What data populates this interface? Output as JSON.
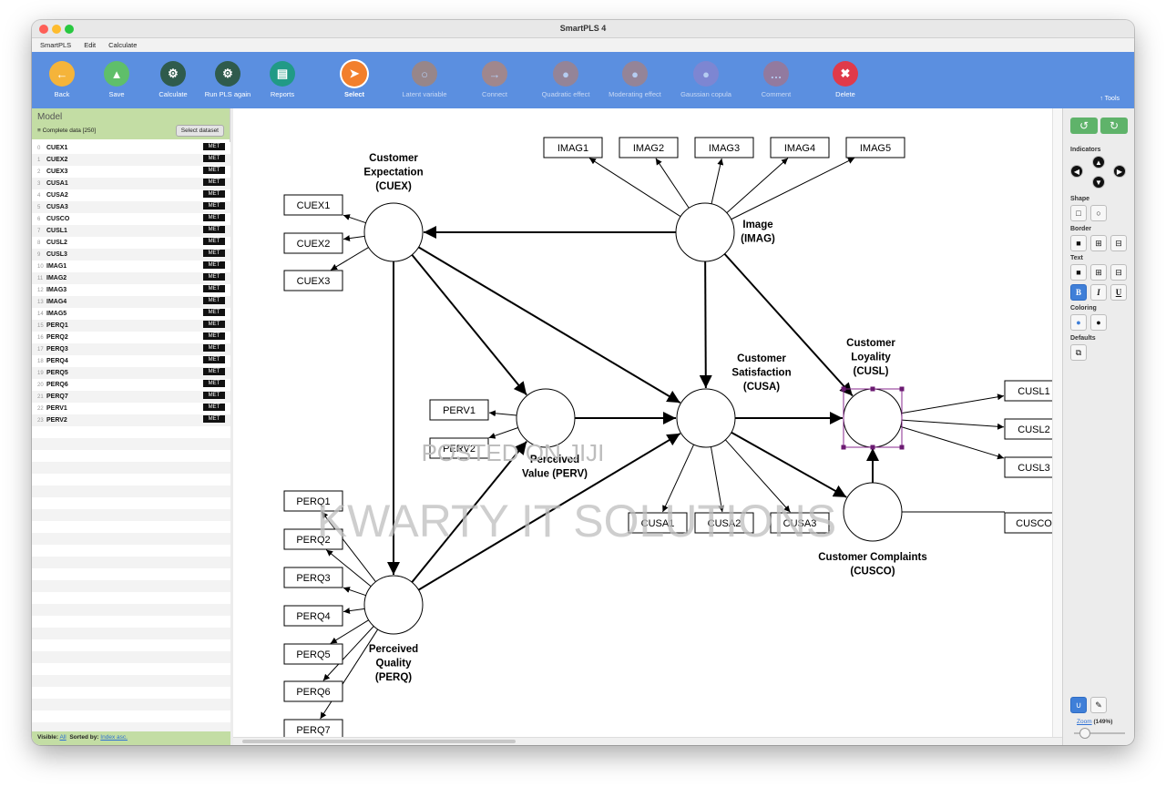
{
  "app": {
    "title": "SmartPLS 4"
  },
  "menu": [
    "SmartPLS",
    "Edit",
    "Calculate"
  ],
  "toolbar": {
    "buttons": [
      {
        "label": "Back",
        "icon": "back-arrow-icon",
        "color": "#f5b43a",
        "glyph": "←"
      },
      {
        "label": "Save",
        "icon": "cloud-upload-icon",
        "color": "#5fbf6a",
        "glyph": "▲"
      },
      {
        "label": "Calculate",
        "icon": "gear-icon",
        "color": "#2f5b4c",
        "glyph": "⚙"
      },
      {
        "label": "Run PLS again",
        "icon": "gears-icon",
        "color": "#2f5b4c",
        "glyph": "⚙"
      },
      {
        "label": "Reports",
        "icon": "report-icon",
        "color": "#219a86",
        "glyph": "▤"
      },
      {
        "label": "Select",
        "icon": "cursor-icon",
        "color": "#f27f2c",
        "glyph": "➤"
      },
      {
        "label": "Latent variable",
        "icon": "circle-icon",
        "color": "#c97f45",
        "glyph": "○"
      },
      {
        "label": "Connect",
        "icon": "arrow-right-icon",
        "color": "#d9814a",
        "glyph": "→"
      },
      {
        "label": "Quadratic effect",
        "icon": "person-icon",
        "color": "#c47c5e",
        "glyph": "●"
      },
      {
        "label": "Moderating effect",
        "icon": "person-icon",
        "color": "#c47c5e",
        "glyph": "●"
      },
      {
        "label": "Gaussian copula",
        "icon": "people-icon",
        "color": "#9a7fc7",
        "glyph": "●"
      },
      {
        "label": "Comment",
        "icon": "comment-icon",
        "color": "#c06a6a",
        "glyph": "…"
      },
      {
        "label": "Delete",
        "icon": "trash-icon",
        "color": "#e03a4a",
        "glyph": "✖"
      }
    ],
    "tools_label": "Tools"
  },
  "model_panel": {
    "title": "Model",
    "dataset": "Complete data [250]",
    "select_dataset": "Select dataset",
    "indicators": [
      {
        "idx": "0",
        "name": "CUEX1",
        "scale": "MET"
      },
      {
        "idx": "1",
        "name": "CUEX2",
        "scale": "MET"
      },
      {
        "idx": "2",
        "name": "CUEX3",
        "scale": "MET"
      },
      {
        "idx": "3",
        "name": "CUSA1",
        "scale": "MET"
      },
      {
        "idx": "4",
        "name": "CUSA2",
        "scale": "MET"
      },
      {
        "idx": "5",
        "name": "CUSA3",
        "scale": "MET"
      },
      {
        "idx": "6",
        "name": "CUSCO",
        "scale": "MET"
      },
      {
        "idx": "7",
        "name": "CUSL1",
        "scale": "MET"
      },
      {
        "idx": "8",
        "name": "CUSL2",
        "scale": "MET"
      },
      {
        "idx": "9",
        "name": "CUSL3",
        "scale": "MET"
      },
      {
        "idx": "10",
        "name": "IMAG1",
        "scale": "MET"
      },
      {
        "idx": "11",
        "name": "IMAG2",
        "scale": "MET"
      },
      {
        "idx": "12",
        "name": "IMAG3",
        "scale": "MET"
      },
      {
        "idx": "13",
        "name": "IMAG4",
        "scale": "MET"
      },
      {
        "idx": "14",
        "name": "IMAG5",
        "scale": "MET"
      },
      {
        "idx": "15",
        "name": "PERQ1",
        "scale": "MET"
      },
      {
        "idx": "16",
        "name": "PERQ2",
        "scale": "MET"
      },
      {
        "idx": "17",
        "name": "PERQ3",
        "scale": "MET"
      },
      {
        "idx": "18",
        "name": "PERQ4",
        "scale": "MET"
      },
      {
        "idx": "19",
        "name": "PERQ5",
        "scale": "MET"
      },
      {
        "idx": "20",
        "name": "PERQ6",
        "scale": "MET"
      },
      {
        "idx": "21",
        "name": "PERQ7",
        "scale": "MET"
      },
      {
        "idx": "22",
        "name": "PERV1",
        "scale": "MET"
      },
      {
        "idx": "23",
        "name": "PERV2",
        "scale": "MET"
      }
    ],
    "footer": {
      "visible_label": "Visible:",
      "visible_value": "All",
      "sorted_label": "Sorted by:",
      "sorted_value": "Index asc."
    }
  },
  "diagram": {
    "constructs": [
      {
        "id": "CUEX",
        "lines": [
          "Customer",
          "Expectation",
          "(CUEX)"
        ]
      },
      {
        "id": "IMAG",
        "lines": [
          "Image",
          "(IMAG)"
        ]
      },
      {
        "id": "PERV",
        "lines": [
          "Perceived",
          "Value (PERV)"
        ]
      },
      {
        "id": "CUSA",
        "lines": [
          "Customer",
          "Satisfaction",
          "(CUSA)"
        ]
      },
      {
        "id": "CUSL",
        "lines": [
          "Customer",
          "Loyality",
          "(CUSL)"
        ]
      },
      {
        "id": "CUSCO",
        "lines": [
          "Customer Complaints",
          "(CUSCO)"
        ]
      },
      {
        "id": "PERQ",
        "lines": [
          "Perceived",
          "Quality",
          "(PERQ)"
        ]
      }
    ],
    "indicators": [
      "IMAG1",
      "IMAG2",
      "IMAG3",
      "IMAG4",
      "IMAG5",
      "CUEX1",
      "CUEX2",
      "CUEX3",
      "PERV1",
      "PERV2",
      "CUSA1",
      "CUSA2",
      "CUSA3",
      "CUSL1",
      "CUSL2",
      "CUSL3",
      "CUSCO",
      "PERQ1",
      "PERQ2",
      "PERQ3",
      "PERQ4",
      "PERQ5",
      "PERQ6",
      "PERQ7"
    ],
    "paths": [
      [
        "IMAG",
        "CUEX"
      ],
      [
        "IMAG",
        "CUSA"
      ],
      [
        "IMAG",
        "CUSL"
      ],
      [
        "CUEX",
        "PERV"
      ],
      [
        "CUEX",
        "CUSA"
      ],
      [
        "CUEX",
        "PERQ"
      ],
      [
        "PERV",
        "CUSA"
      ],
      [
        "PERQ",
        "PERV"
      ],
      [
        "PERQ",
        "CUSA"
      ],
      [
        "CUSA",
        "CUSL"
      ],
      [
        "CUSA",
        "CUSCO"
      ],
      [
        "CUSCO",
        "CUSL"
      ]
    ],
    "selected": "CUSL",
    "watermark_top": "POSTED ON JIJI",
    "watermark_main": "KWARTY IT SOLUTIONS"
  },
  "tools_panel": {
    "sections": [
      "Indicators",
      "Shape",
      "Border",
      "Text",
      "Coloring",
      "Defaults"
    ],
    "text_buttons": [
      "B",
      "I",
      "U"
    ],
    "zoom_label": "Zoom",
    "zoom_value": "(149%)"
  }
}
